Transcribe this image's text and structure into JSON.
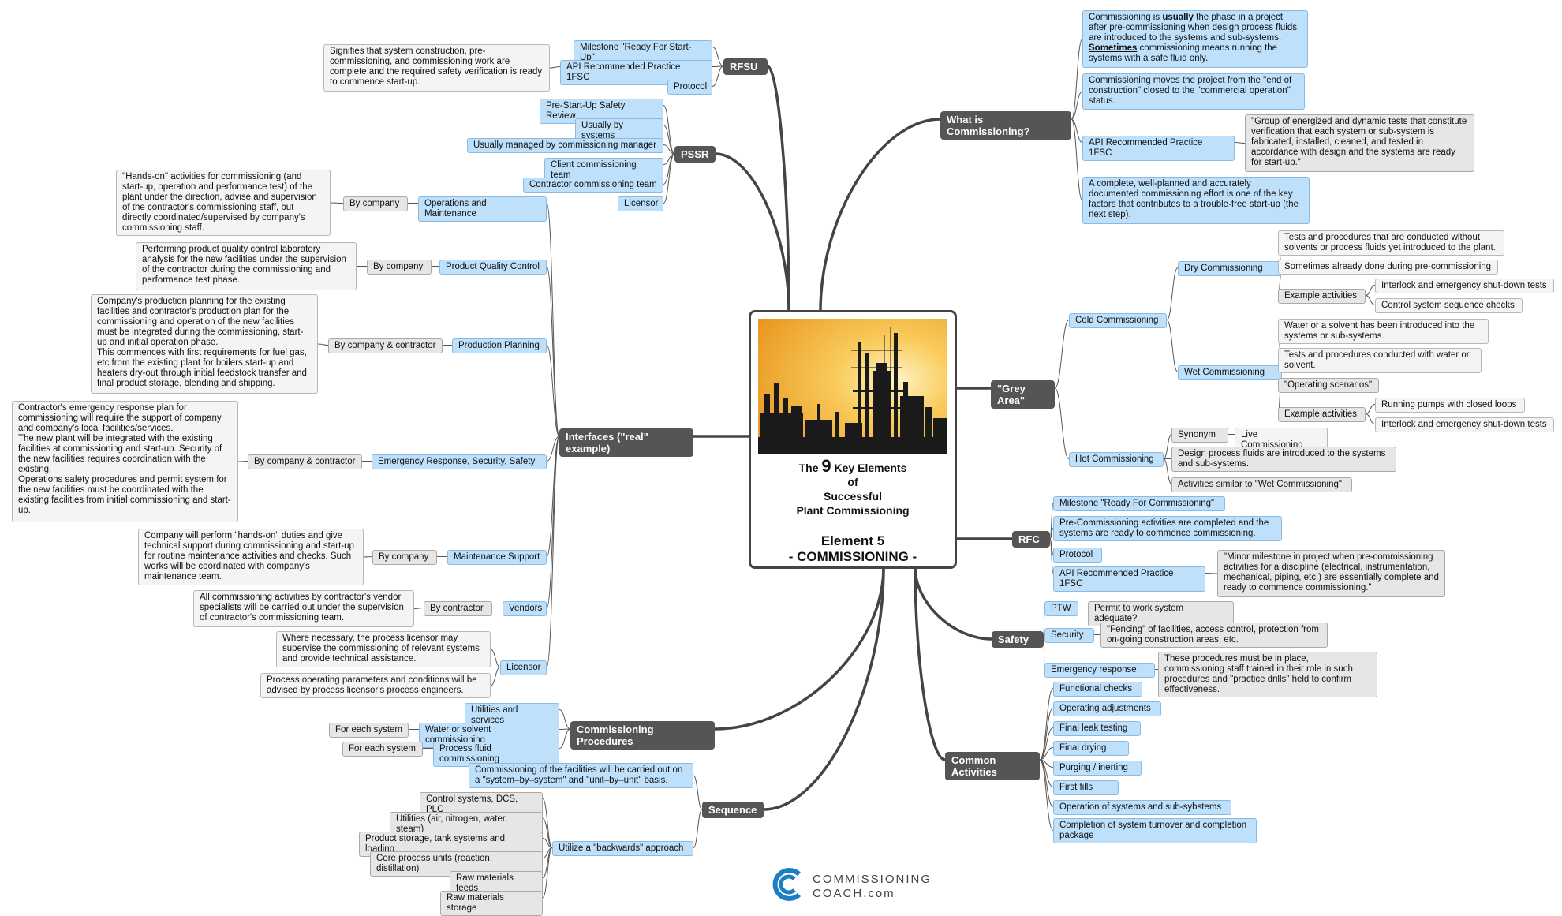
{
  "center": {
    "title_pre": "The",
    "title_num": "9",
    "title_rest": "Key Elements",
    "title_of": "of",
    "title_line3": "Successful",
    "title_line4": "Plant Commissioning",
    "element_line1": "Element 5",
    "element_line2": "- COMMISSIONING -"
  },
  "logo": {
    "line1": "COMMISSIONING",
    "line2": "COACH.com"
  },
  "colors": {
    "branch": "#444444",
    "header": "#555555",
    "blue": "#bfe0fb",
    "grey": "#e6e6e6",
    "sky": "#f5b93b",
    "silhouette": "#1a1a1a",
    "logo": "#1c7fc3"
  },
  "nodes": {
    "rfsu": "RFSU",
    "rfsu_m": "Milestone \"Ready For Start-Up\"",
    "rfsu_api": "API Recommended Practice 1FSC",
    "rfsu_api_def": "Signifies that system construction, pre-commissioning, and commissioning work are complete and the required safety verification is ready to commence start-up.",
    "rfsu_prot": "Protocol",
    "pssr": "PSSR",
    "pssr_1": "Pre-Start-Up Safety Review",
    "pssr_2": "Usually by systems",
    "pssr_3": "Usually managed by commissioning manager",
    "pssr_4": "Client commissioning team",
    "pssr_5": "Contractor commissioning team",
    "pssr_6": "Licensor",
    "int": "Interfaces (\"real\" example)",
    "int_om": "Operations and Maintenance",
    "int_om_by": "By company",
    "int_om_d": "\"Hands-on\" activities for commissioning (and start-up, operation and performance test) of the plant under the direction, advise and supervision of the contractor's commissioning staff, but directly coordinated/supervised by company's commissioning staff.",
    "int_pqc": "Product Quality Control",
    "int_pqc_by": "By company",
    "int_pqc_d": "Performing product quality control laboratory analysis for the new facilities under the supervision of the contractor during the commissioning and performance test phase.",
    "int_pp": "Production Planning",
    "int_pp_by": "By company & contractor",
    "int_pp_d": "Company's production planning for the existing facilities and contractor's production plan for the commissioning and operation of the new facilities must be integrated during the commissioning, start-up and initial operation phase.\nThis commences with first requirements for fuel gas, etc from the existing plant for boilers start-up and heaters dry-out through initial feedstock transfer and final product storage, blending and shipping.",
    "int_er": "Emergency Response, Security, Safety",
    "int_er_by": "By company & contractor",
    "int_er_d": "Contractor's emergency response plan for commissioning will require the support of company and company's local facilities/services.\nThe new plant will be integrated with the existing facilities at commissioning and start-up. Security of the new facilities requires coordination with the existing.\nOperations safety procedures and permit system for the new facilities must be coordinated with the existing facilities from initial commissioning and start-up.",
    "int_ms": "Maintenance Support",
    "int_ms_by": "By company",
    "int_ms_d": "Company will perform \"hands-on\" duties and give technical support during commissioning and start-up for routine maintenance activities and checks. Such works will be coordinated with company's maintenance team.",
    "int_v": "Vendors",
    "int_v_by": "By contractor",
    "int_v_d": "All commissioning activities by contractor's vendor specialists will be carried out under the supervision of contractor's commissioning team.",
    "int_l": "Licensor",
    "int_l_1": "Where necessary, the process licensor may supervise the commissioning of relevant systems and provide technical assistance.",
    "int_l_2": "Process operating parameters and conditions will be advised by process licensor's process engineers.",
    "cp": "Commissioning Procedures",
    "cp_1": "Utilities and services",
    "cp_2": "Water or solvent commissioning",
    "cp_2_f": "For each system",
    "cp_3": "Process fluid commissioning",
    "cp_3_f": "For each system",
    "seq": "Sequence",
    "seq_1": "Commissioning of the facilities will be carried out on a  \"system–by–system\"  and \"unit–by–unit\" basis.",
    "seq_2": "Utilize a \"backwards\" approach",
    "seq_2_1": "Control systems, DCS, PLC",
    "seq_2_2": "Utilities (air, nitrogen, water, steam)",
    "seq_2_3": "Product storage, tank systems and loading",
    "seq_2_4": "Core process units (reaction, distillation)",
    "seq_2_5": "Raw materials feeds",
    "seq_2_6": "Raw materials storage",
    "wic": "What is Commissioning?",
    "wic_1_a": "Commissioning is ",
    "wic_1_b": "usually",
    "wic_1_c": " the phase in a project after pre-commissioning when design process fluids are introduced to the systems and sub-systems. ",
    "wic_1_d": "Sometimes",
    "wic_1_e": " commissioning means running the systems with a safe fluid only.",
    "wic_2": "Commissioning moves the project from the \"end of construction\" closed to the \"commercial operation\" status.",
    "wic_3": "API Recommended Practice 1FSC",
    "wic_3_d": "\"Group of energized and dynamic tests that constitute verification that each system or sub-system is fabricated, installed, cleaned, and tested in accordance with design and the systems are ready for start-up.\"",
    "wic_4": "A complete, well-planned and accurately documented commissioning effort is one of the key factors that contributes to a trouble-free start-up (the next step).",
    "grey": "\"Grey Area\"",
    "cold": "Cold Commissioning",
    "dry": "Dry Commissioning",
    "dry_1": "Tests and procedures that are conducted without solvents or process fluids yet introduced to the plant.",
    "dry_2": "Sometimes already done during pre-commissioning",
    "dry_3": "Example activities",
    "dry_3_1": "Interlock and emergency shut-down tests",
    "dry_3_2": "Control system sequence checks",
    "wet": "Wet Commissioning",
    "wet_1": "Water or a solvent has been introduced into the systems or sub-systems.",
    "wet_2": "Tests and procedures conducted with water or solvent.",
    "wet_3": "\"Operating scenarios\"",
    "wet_4": "Example activities",
    "wet_4_1": "Running pumps with closed loops",
    "wet_4_2": "Interlock and emergency shut-down tests",
    "hot": "Hot Commissioning",
    "hot_syn": "Synonym",
    "hot_syn_1": "Live Commissioning",
    "hot_2": "Design process fluids are introduced to the systems and sub-systems.",
    "hot_3": "Activities similar to \"Wet Commissioning\"",
    "rfc": "RFC",
    "rfc_1": "Milestone \"Ready For Commissioning\"",
    "rfc_2": "Pre-Commissioning activities are completed and the systems are ready to commence commissioning.",
    "rfc_3": "Protocol",
    "rfc_4": "API Recommended Practice 1FSC",
    "rfc_4_d": "\"Minor milestone in project when pre-commissioning activities for a discipline (electrical, instrumentation, mechanical, piping, etc.) are essentially complete and ready to commence commissioning.\"",
    "safety": "Safety",
    "ptw": "PTW",
    "ptw_1": "Permit to work system adequate?",
    "sec": "Security",
    "sec_1": "\"Fencing\" of facilities, access control, protection from on-going construction areas, etc.",
    "er": "Emergency response",
    "er_1": "These procedures must be in place, commissioning staff trained in their role in such procedures and \"practice drills\" held to confirm effectiveness.",
    "ca": "Common Activities",
    "ca_1": "Functional checks",
    "ca_2": "Operating adjustments",
    "ca_3": "Final leak testing",
    "ca_4": "Final drying",
    "ca_5": "Purging / inerting",
    "ca_6": "First fills",
    "ca_7": "Operation of systems and sub-sybstems",
    "ca_8": "Completion of system turnover and completion package"
  }
}
